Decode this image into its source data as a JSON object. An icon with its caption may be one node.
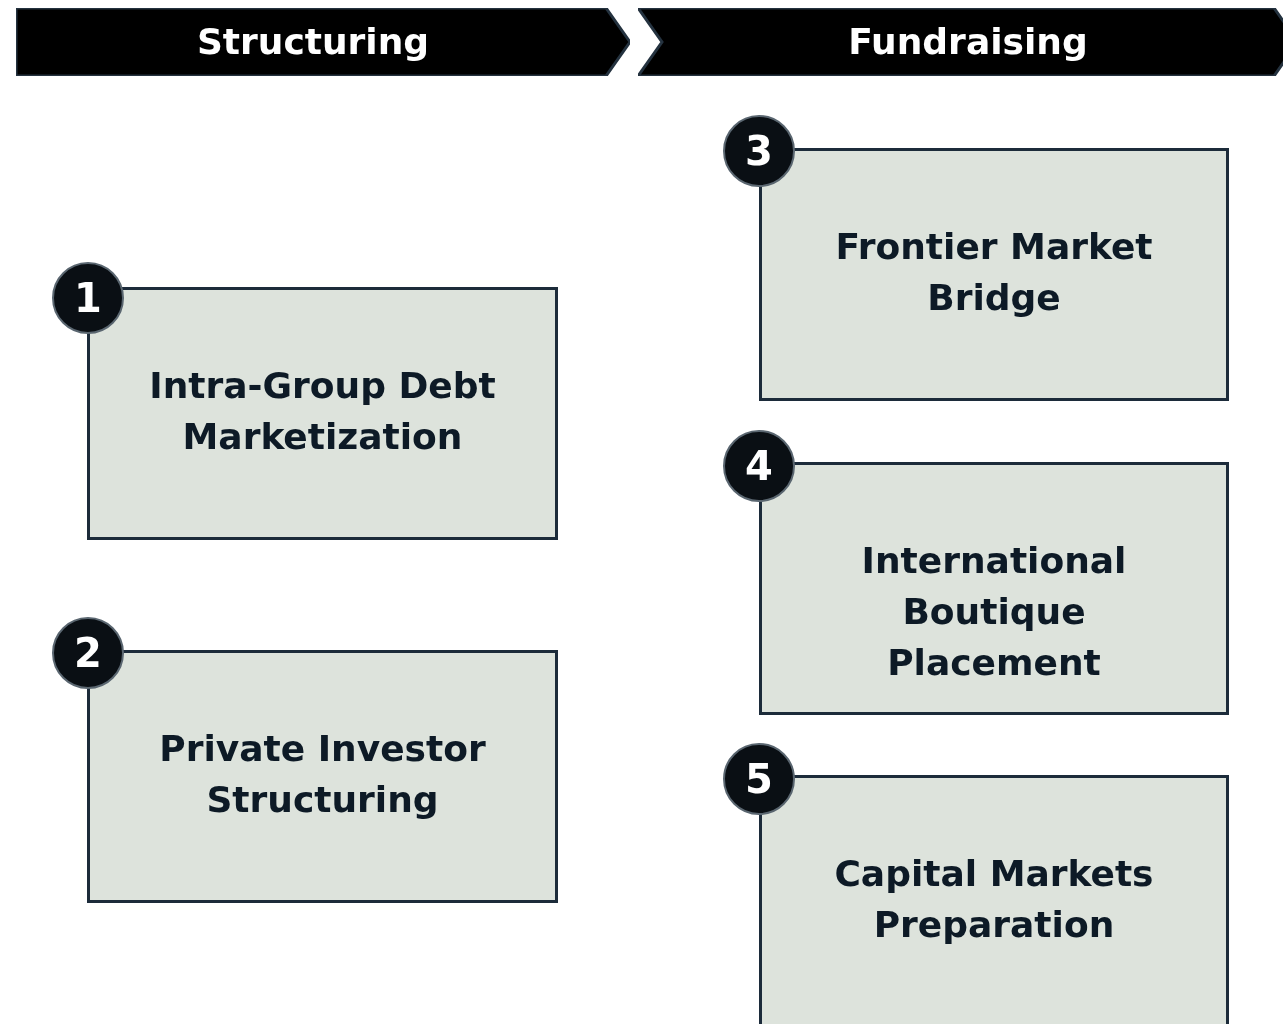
{
  "diagram": {
    "nodes": [
      {
        "text": [
          "Structuring"
        ]
      },
      {
        "text": [
          "Fundraising"
        ]
      },
      {
        "text": [
          "1"
        ]
      },
      {
        "text": [
          "Intra-Group Debt Marketization"
        ]
      },
      {
        "text": [
          "2"
        ]
      },
      {
        "text": [
          "Private Investor Structuring"
        ]
      },
      {
        "text": [
          "3"
        ]
      },
      {
        "text": [
          "Frontier Market Bridge"
        ]
      },
      {
        "text": [
          "4"
        ]
      },
      {
        "text": [
          "International Boutique Placement"
        ]
      },
      {
        "text": [
          "5"
        ]
      },
      {
        "text": [
          "Capital Markets Preparation"
        ]
      }
    ]
  }
}
